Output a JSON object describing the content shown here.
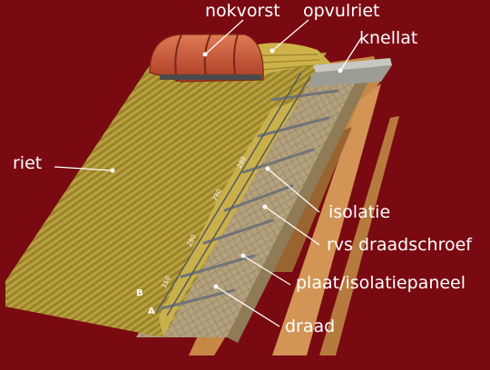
{
  "diagram": {
    "labels": {
      "nokvorst": "nokvorst",
      "opvulriet": "opvulriet",
      "knellat": "knellat",
      "riet": "riet",
      "isolatie": "isolatie",
      "rvs_draadschroef": "rvs draadschroef",
      "plaat_isolatiepaneel": "plaat/isolatiepaneel",
      "draad": "draad"
    },
    "dimensions": [
      "150",
      "280",
      "280",
      "280"
    ],
    "markers": [
      "A",
      "B"
    ]
  },
  "colors": {
    "background": "#7a0a12",
    "thatch": "#b8a038",
    "ridge": "#c8553a",
    "panel": "#b89a68",
    "timber": "#c98a4a",
    "label": "#ffffff"
  }
}
